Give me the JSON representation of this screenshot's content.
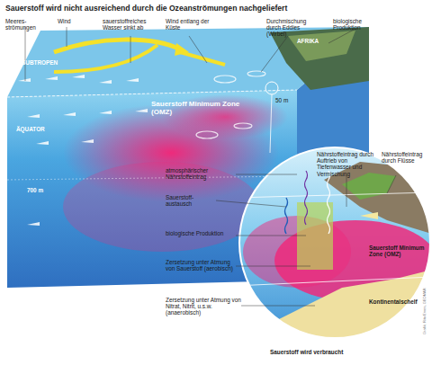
{
  "diagram": {
    "title": "Sauerstoff wird nicht ausreichend durch die Ozeanströmungen nachgeliefert",
    "labels": [
      "Meeres-strömungen",
      "Wind",
      "sauerstoffreiches Wasser sinkt ab",
      "Wind entlang der Küste",
      "Durchmischung durch Eddies (Wirbel)",
      "biologische Produktion",
      "SUBTROPEN",
      "AFRIKA",
      "Sauerstoff Minimum Zone (OMZ)",
      "50 m",
      "ÄQUATOR",
      "700 m",
      "atmosphärischer Nährstoffeintrag",
      "Sauerstoff-austausch",
      "biologische Produktion",
      "Zersetzung unter Atmung von Sauerstoff (aerobisch)",
      "Zersetzung unter Atmung von Nitrat, Nitrit, u.s.w. (anaerobisch)",
      "Nährstoffeintrag durch Auftrieb von Tiefenwasser und Vermischung",
      "Nährstoffeintrag durch Flüsse",
      "Sauerstoff Minimum Zone (OMZ)",
      "Kontinentalschelf",
      "Sauerstoff wird verbraucht",
      "Grafik: Rita Erven, GEOMAR"
    ]
  }
}
